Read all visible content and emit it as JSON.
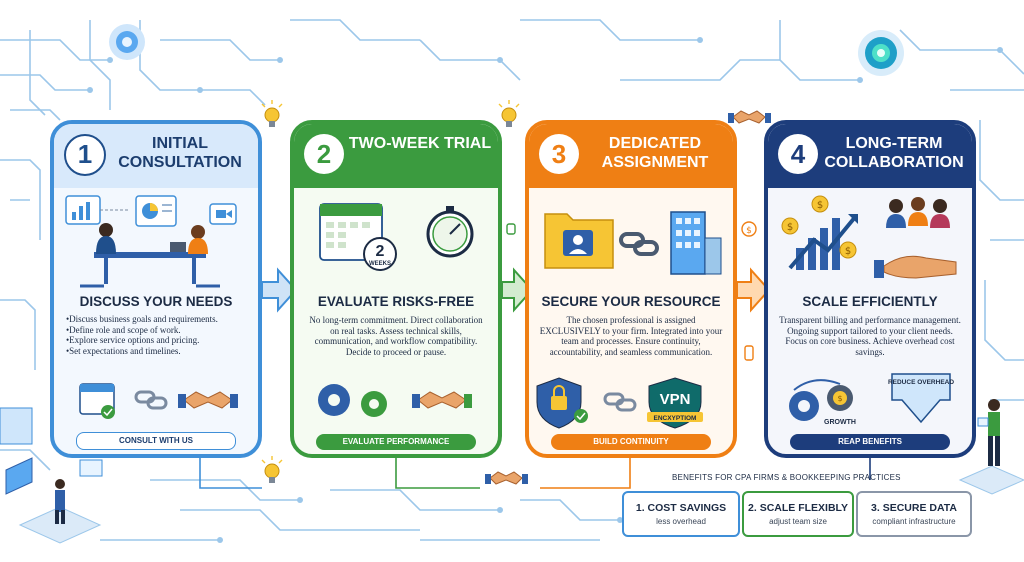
{
  "steps": [
    {
      "number": "1",
      "title": "Initial Consultation",
      "subtitle": "Discuss Your Needs",
      "bullets": [
        "Discuss business goals and requirements.",
        "Define role and scope of work.",
        "Explore service options and pricing.",
        "Set expectations and timelines."
      ],
      "footer": "Consult With Us"
    },
    {
      "number": "2",
      "title": "Two-Week Trial",
      "badge_number": "2",
      "badge_label": "WEEKS",
      "subtitle": "Evaluate Risks-Free",
      "description": "No long-term commitment. Direct collaboration on real tasks. Assess technical skills, communication, and workflow compatibility. Decide to proceed or pause.",
      "footer": "Evaluate Performance"
    },
    {
      "number": "3",
      "title": "Dedicated Assignment",
      "subtitle": "Secure Your Resource",
      "description": "The chosen professional is assigned EXCLUSIVELY to your firm. Integrated into your team and processes. Ensure continuity, accountability, and seamless communication.",
      "vpn_label": "VPN",
      "encryption_label": "ENCXYPTIOM",
      "footer": "Build Continuity"
    },
    {
      "number": "4",
      "title": "Long-Term Collaboration",
      "subtitle": "Scale Efficiently",
      "description": "Transparent billing and performance management. Ongoing support tailored to your client needs. Focus on core business. Achieve overhead cost savings.",
      "reduce_label": "REDUCE OVERHEAD",
      "growth_label": "GROWTH",
      "footer": "Reap Benefits"
    }
  ],
  "benefits": {
    "title": "Benefits for CPA Firms & Bookkeeping Practices",
    "items": [
      {
        "title": "1. COST SAVINGS",
        "detail": "less overhead"
      },
      {
        "title": "2. SCALE FLEXIBLY",
        "detail": "adjust team size"
      },
      {
        "title": "3. SECURE DATA",
        "detail": "compliant infrastructure"
      }
    ]
  },
  "colors": {
    "step1": "#3f8fd8",
    "step2": "#3b9b3f",
    "step3": "#ef7f14",
    "step4": "#1d3d7c",
    "circuit": "#9cc7ea"
  },
  "icons": [
    "lightbulb-icon",
    "handshake-icon",
    "dollar-coin-icon",
    "calendar-icon",
    "stopwatch-icon",
    "padlock-shield-icon",
    "gear-icon",
    "chain-link-icon",
    "folder-icon",
    "building-icon",
    "growth-chart-icon",
    "team-icon"
  ]
}
